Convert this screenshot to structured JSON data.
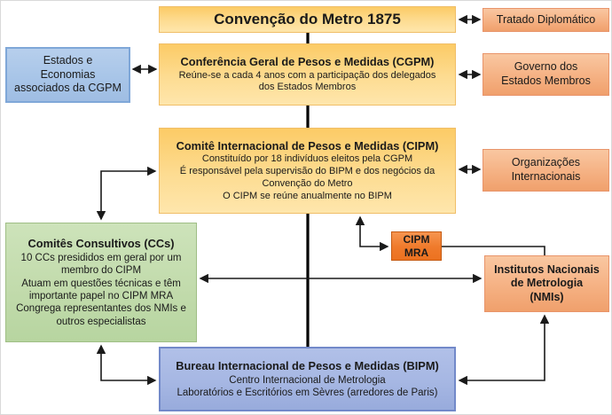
{
  "diagram": {
    "title_box": {
      "title": "Convenção do Metro 1875"
    },
    "tratado": {
      "label": "Tratado Diplomático"
    },
    "estados": {
      "label": "Estados e\nEconomias\nassociados da CGPM"
    },
    "cgpm": {
      "title": "Conferência Geral de Pesos e Medidas (CGPM)",
      "body": "Reúne-se a cada 4 anos com a participação dos delegados\ndos Estados Membros"
    },
    "governo": {
      "label": "Governo dos\nEstados Membros"
    },
    "cipm": {
      "title": "Comitê Internacional de Pesos e Medidas (CIPM)",
      "body": "Constituído por 18 indivíduos eleitos pela CGPM\nÉ responsável pela supervisão do BIPM e dos negócios da\nConvenção do Metro\nO CIPM se reúne anualmente no BIPM"
    },
    "organizacoes": {
      "label": "Organizações\nInternacionais"
    },
    "ccs": {
      "title": "Comitês Consultivos (CCs)",
      "body": "10 CCs presididos em geral por um\nmembro do CIPM\nAtuam em questões técnicas e têm\nimportante papel no CIPM MRA\nCongrega representantes dos NMIs e\noutros especialistas"
    },
    "cipm_mra": {
      "label": "CIPM\nMRA"
    },
    "nmis": {
      "label": "Institutos Nacionais\nde Metrologia\n(NMIs)"
    },
    "bipm": {
      "title": "Bureau Internacional de Pesos e Medidas (BIPM)",
      "body": "Centro Internacional de Metrologia\nLaboratórios e Escritórios em Sèvres (arredores de Paris)"
    },
    "colors": {
      "yellow_fill": "#FDDC92",
      "salmon_fill": "#F5B183",
      "blue_fill": "#A8C5E8",
      "bipm_blue_fill": "#A6B7E3",
      "green_fill": "#C2DBAC",
      "orange_fill": "#EF7A2B",
      "connector": "#000000"
    }
  }
}
